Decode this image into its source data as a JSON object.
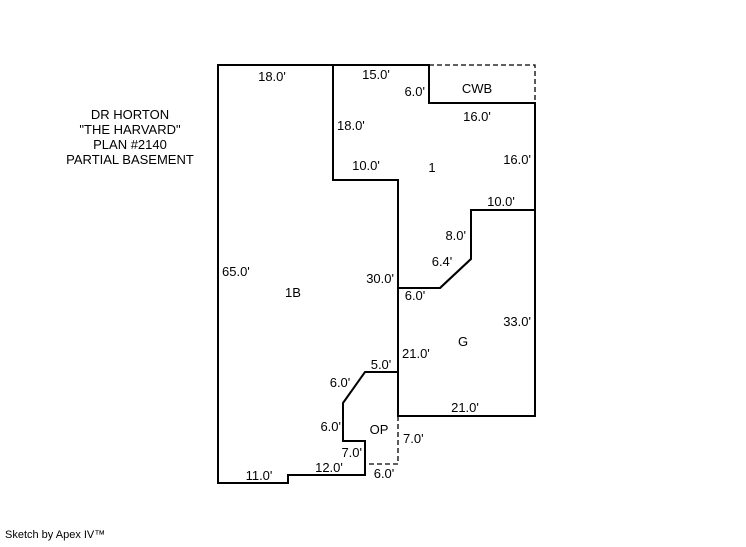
{
  "title_block": {
    "lines": [
      "DR HORTON",
      "\"THE HARVARD\"",
      "PLAN #2140",
      "PARTIAL BASEMENT"
    ]
  },
  "areas": {
    "first_floor": "1",
    "first_floor_basement": "1B",
    "garage": "G",
    "open_porch": "OP",
    "covered_walk": "CWB"
  },
  "dimensions": {
    "top_left_18": "18.0'",
    "top_right_15": "15.0'",
    "cwb_step_6": "6.0'",
    "cwb_bottom_16": "16.0'",
    "interior_wall_18": "18.0'",
    "interior_wall_10": "10.0'",
    "right_upper_16": "16.0'",
    "garage_top_10": "10.0'",
    "garage_step_8": "8.0'",
    "garage_diag_6_4": "6.4'",
    "left_side_65": "65.0'",
    "interior_wall_30": "30.0'",
    "garage_step_6": "6.0'",
    "right_lower_33": "33.0'",
    "garage_left_21": "21.0'",
    "bottom_step_5": "5.0'",
    "bottom_diag_6": "6.0'",
    "bottom_step_6": "6.0'",
    "porch_right_7": "7.0'",
    "bottom_step_7": "7.0'",
    "bottom_12": "12.0'",
    "bottom_11": "11.0'",
    "porch_bottom_6": "6.0'",
    "garage_bottom_21": "21.0'"
  },
  "footer": {
    "credit": "Sketch by Apex IV™"
  },
  "colors": {
    "line": "#000000",
    "background": "#ffffff"
  }
}
